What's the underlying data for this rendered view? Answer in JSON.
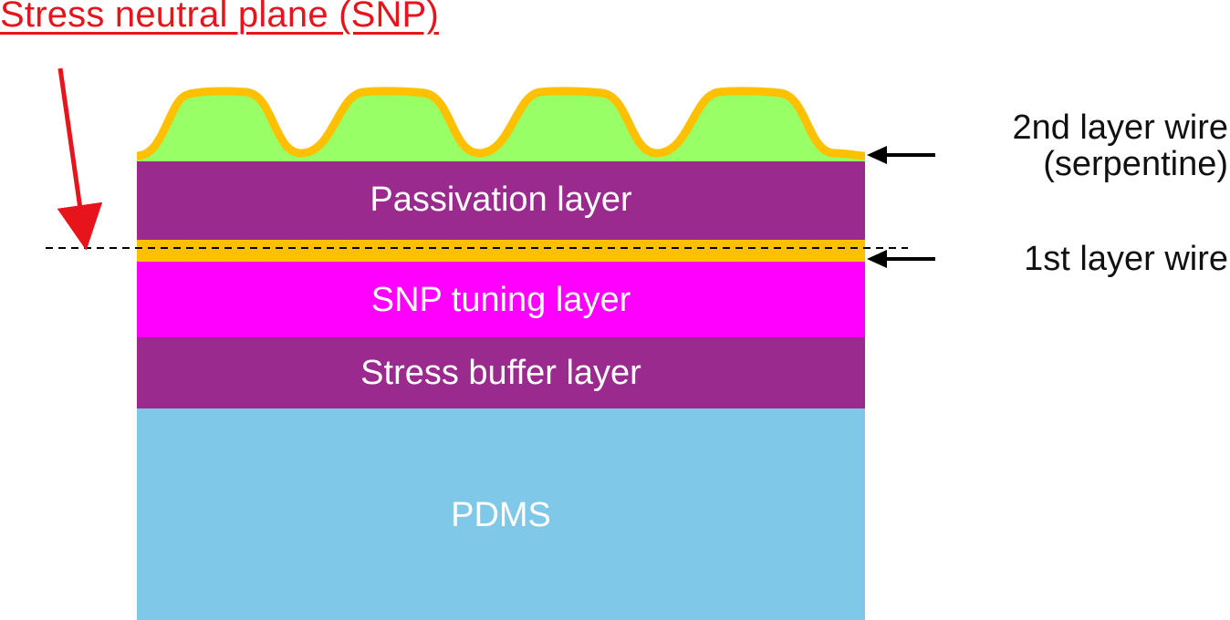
{
  "title": "Stress neutral plane (SNP)",
  "layers": {
    "passivation": "Passivation layer",
    "snp_tuning": "SNP tuning layer",
    "stress_buffer": "Stress buffer layer",
    "pdms": "PDMS"
  },
  "callouts": {
    "wire2_line1": "2nd layer wire",
    "wire2_line2": "(serpentine)",
    "wire1": "1st layer wire"
  },
  "colors": {
    "title_red": "#e8141b",
    "passivation_purple": "#9b2a8e",
    "snp_magenta": "#ff00ff",
    "buffer_purple": "#9b2a8e",
    "pdms_blue": "#80c8e8",
    "wire_gold": "#ffc000",
    "serpentine_green": "#99ff66"
  }
}
